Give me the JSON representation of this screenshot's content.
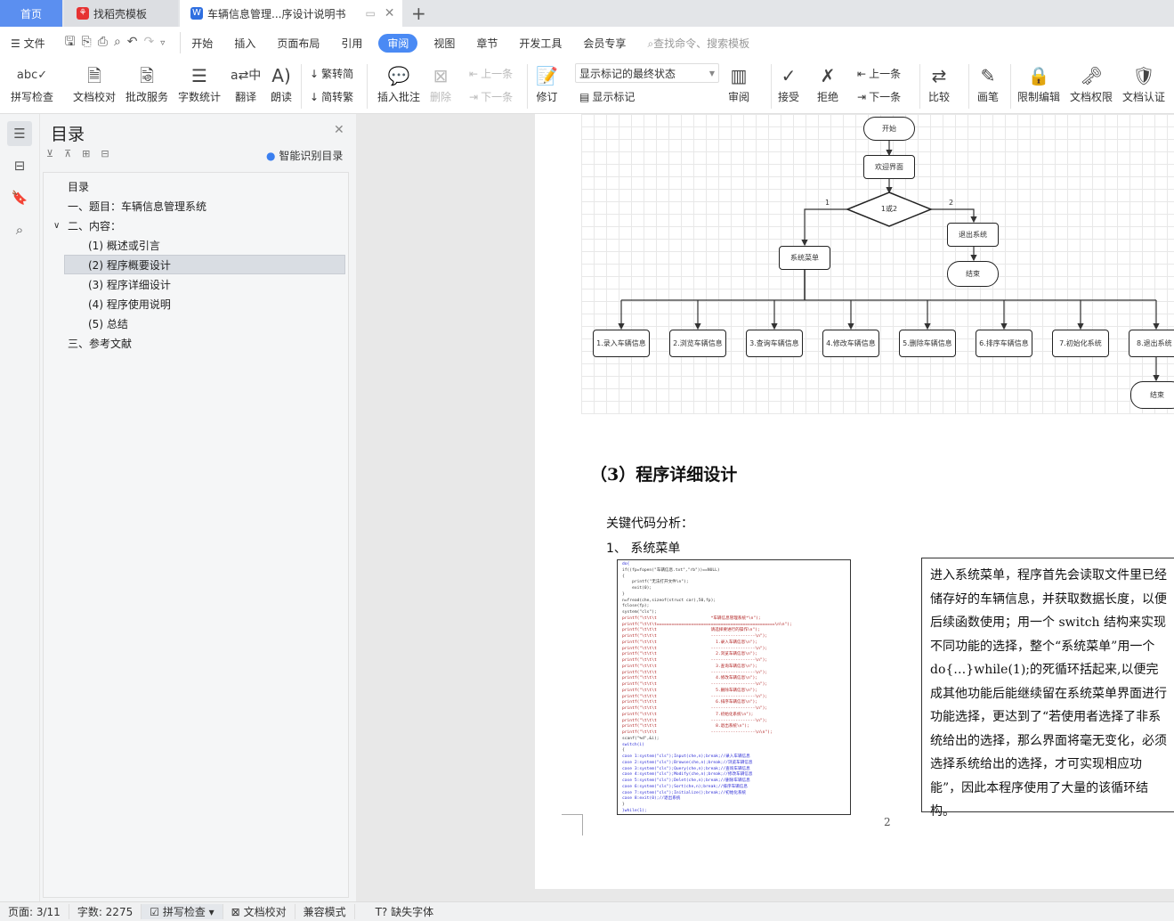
{
  "tabs": {
    "home": "首页",
    "template": "找稻壳模板",
    "document": "车辆信息管理...序设计说明书"
  },
  "menu": {
    "file": "文件",
    "items": [
      "开始",
      "插入",
      "页面布局",
      "引用",
      "审阅",
      "视图",
      "章节",
      "开发工具",
      "会员专享"
    ],
    "active": "审阅",
    "search_placeholder": "查找命令、搜索模板"
  },
  "ribbon": {
    "spell": "拼写检查",
    "proof": "文档校对",
    "review_service": "批改服务",
    "word_count": "字数统计",
    "translate": "翻译",
    "read": "朗读",
    "trad_to_simp": "繁转简",
    "simp_to_trad": "简转繁",
    "insert_comment": "插入批注",
    "delete": "删除",
    "prev_comment": "上一条",
    "next_comment": "下一条",
    "track": "修订",
    "markup_select": "显示标记的最终状态",
    "show_markup": "显示标记",
    "review_pane": "审阅",
    "accept": "接受",
    "reject": "拒绝",
    "prev_change": "上一条",
    "next_change": "下一条",
    "compare": "比较",
    "pen": "画笔",
    "restrict": "限制编辑",
    "permission": "文档权限",
    "certify": "文档认证"
  },
  "toc": {
    "title": "目录",
    "smart": "智能识别目录",
    "items": [
      {
        "label": "目录",
        "level": 0
      },
      {
        "label": "一、题目：车辆信息管理系统",
        "level": 0
      },
      {
        "label": "二、内容：",
        "level": 0,
        "expanded": true
      },
      {
        "label": "(1) 概述或引言",
        "level": 1
      },
      {
        "label": "(2) 程序概要设计",
        "level": 1,
        "selected": true
      },
      {
        "label": "(3) 程序详细设计",
        "level": 1
      },
      {
        "label": "(4) 程序使用说明",
        "level": 1
      },
      {
        "label": "(5) 总结",
        "level": 1
      },
      {
        "label": "三、参考文献",
        "level": 0
      }
    ]
  },
  "flow": {
    "start": "开始",
    "welcome": "欢迎界面",
    "decision": "1或2",
    "branch1": "1",
    "branch2": "2",
    "exit": "退出系统",
    "end": "结束",
    "menu": "系统菜单",
    "options": [
      "1.录入车辆信息",
      "2.浏览车辆信息",
      "3.查询车辆信息",
      "4.修改车辆信息",
      "5.删除车辆信息",
      "6.排序车辆信息",
      "7.初始化系统",
      "8.退出系统"
    ],
    "end2": "结束"
  },
  "doc": {
    "heading": "（3）程序详细设计",
    "intro": "关键代码分析：",
    "sub": "1、 系统菜单",
    "paragraph": "进入系统菜单，程序首先会读取文件里已经储存好的车辆信息，并获取数据长度，以便后续函数使用；用一个 switch 结构来实现不同功能的选择，整个“系统菜单”用一个do{…}while(1);的死循环括起来,以便完成其他功能后能继续留在系统菜单界面进行功能选择，更达到了“若使用者选择了非系统给出的选择，那么界面将毫无变化，必须选择系统给出的选择，才可实现相应功能”，因此本程序使用了大量的该循环结构。",
    "page_number": "2",
    "code": [
      {
        "t": "do{",
        "c": "k"
      },
      {
        "t": "if((fp=fopen(\"车辆信息.txt\",\"rb\"))==NULL)",
        "c": "n"
      },
      {
        "t": "{",
        "c": "n"
      },
      {
        "t": "    printf(\"无法打开文件\\n\");",
        "c": "n"
      },
      {
        "t": "    exit(0);",
        "c": "n"
      },
      {
        "t": "}",
        "c": "n"
      },
      {
        "t": "n=fread(che,sizeof(struct car),50,fp);",
        "c": "n"
      },
      {
        "t": "fclose(fp);",
        "c": "n"
      },
      {
        "t": "system(\"cls\");",
        "c": "n"
      },
      {
        "t": "printf(\"\\t\\t\\t                      *车辆信息管理系统*\\n\");",
        "c": "s"
      },
      {
        "t": "printf(\"\\t\\t\\t================================================\\n\\n\");",
        "c": "s"
      },
      {
        "t": "printf(\"\\t\\t\\t                      请选择要进行的操作\\n\");",
        "c": "s"
      },
      {
        "t": "printf(\"\\t\\t\\t                      ------------------\\n\");",
        "c": "s"
      },
      {
        "t": "printf(\"\\t\\t\\t                        1.录入车辆信息\\n\");",
        "c": "s"
      },
      {
        "t": "printf(\"\\t\\t\\t                      ------------------\\n\");",
        "c": "s"
      },
      {
        "t": "printf(\"\\t\\t\\t                        2.浏览车辆信息\\n\");",
        "c": "s"
      },
      {
        "t": "printf(\"\\t\\t\\t                      ------------------\\n\");",
        "c": "s"
      },
      {
        "t": "printf(\"\\t\\t\\t                        3.查询车辆信息\\n\");",
        "c": "s"
      },
      {
        "t": "printf(\"\\t\\t\\t                      ------------------\\n\");",
        "c": "s"
      },
      {
        "t": "printf(\"\\t\\t\\t                        4.修改车辆信息\\n\");",
        "c": "s"
      },
      {
        "t": "printf(\"\\t\\t\\t                      ------------------\\n\");",
        "c": "s"
      },
      {
        "t": "printf(\"\\t\\t\\t                        5.删除车辆信息\\n\");",
        "c": "s"
      },
      {
        "t": "printf(\"\\t\\t\\t                      ------------------\\n\");",
        "c": "s"
      },
      {
        "t": "printf(\"\\t\\t\\t                        6.排序车辆信息\\n\");",
        "c": "s"
      },
      {
        "t": "printf(\"\\t\\t\\t                      ------------------\\n\");",
        "c": "s"
      },
      {
        "t": "printf(\"\\t\\t\\t                        7.初始化系统\\n\");",
        "c": "s"
      },
      {
        "t": "printf(\"\\t\\t\\t                      ------------------\\n\");",
        "c": "s"
      },
      {
        "t": "printf(\"\\t\\t\\t                        8.退出系统\\n\");",
        "c": "s"
      },
      {
        "t": "printf(\"\\t\\t\\t                      ------------------\\n\\n\");",
        "c": "s"
      },
      {
        "t": "scanf(\"%d\",&i);",
        "c": "n"
      },
      {
        "t": "switch(i)",
        "c": "k"
      },
      {
        "t": "{",
        "c": "n"
      },
      {
        "t": "case 1:system(\"cls\");Input(che,n);break;//录入车辆信息",
        "c": "k"
      },
      {
        "t": "case 2:system(\"cls\");Browse(che,n);break;//浏览车辆信息",
        "c": "k"
      },
      {
        "t": "case 3:system(\"cls\");Query(che,n);break;//查询车辆信息",
        "c": "k"
      },
      {
        "t": "case 4:system(\"cls\");Modify(che,n);break;//修改车辆信息",
        "c": "k"
      },
      {
        "t": "case 5:system(\"cls\");Delet(che,n);break;//删除车辆信息",
        "c": "k"
      },
      {
        "t": "case 6:system(\"cls\");Sort(che,n);break;//排序车辆信息",
        "c": "k"
      },
      {
        "t": "case 7:system(\"cls\");Initialize();break;//初始化系统",
        "c": "k"
      },
      {
        "t": "case 8:exit(0);//退出系统",
        "c": "k"
      },
      {
        "t": "}",
        "c": "n"
      },
      {
        "t": "}while(1);",
        "c": "k"
      }
    ]
  },
  "status": {
    "page": "页面: 3/11",
    "words": "字数: 2275",
    "spell": "拼写检查",
    "proof": "文档校对",
    "compat": "兼容模式",
    "missing_font": "缺失字体"
  },
  "colors": {
    "accent": "#4a8af4",
    "code_keyword": "#2b2bd6",
    "code_string": "#b02020",
    "code_normal": "#333333"
  }
}
